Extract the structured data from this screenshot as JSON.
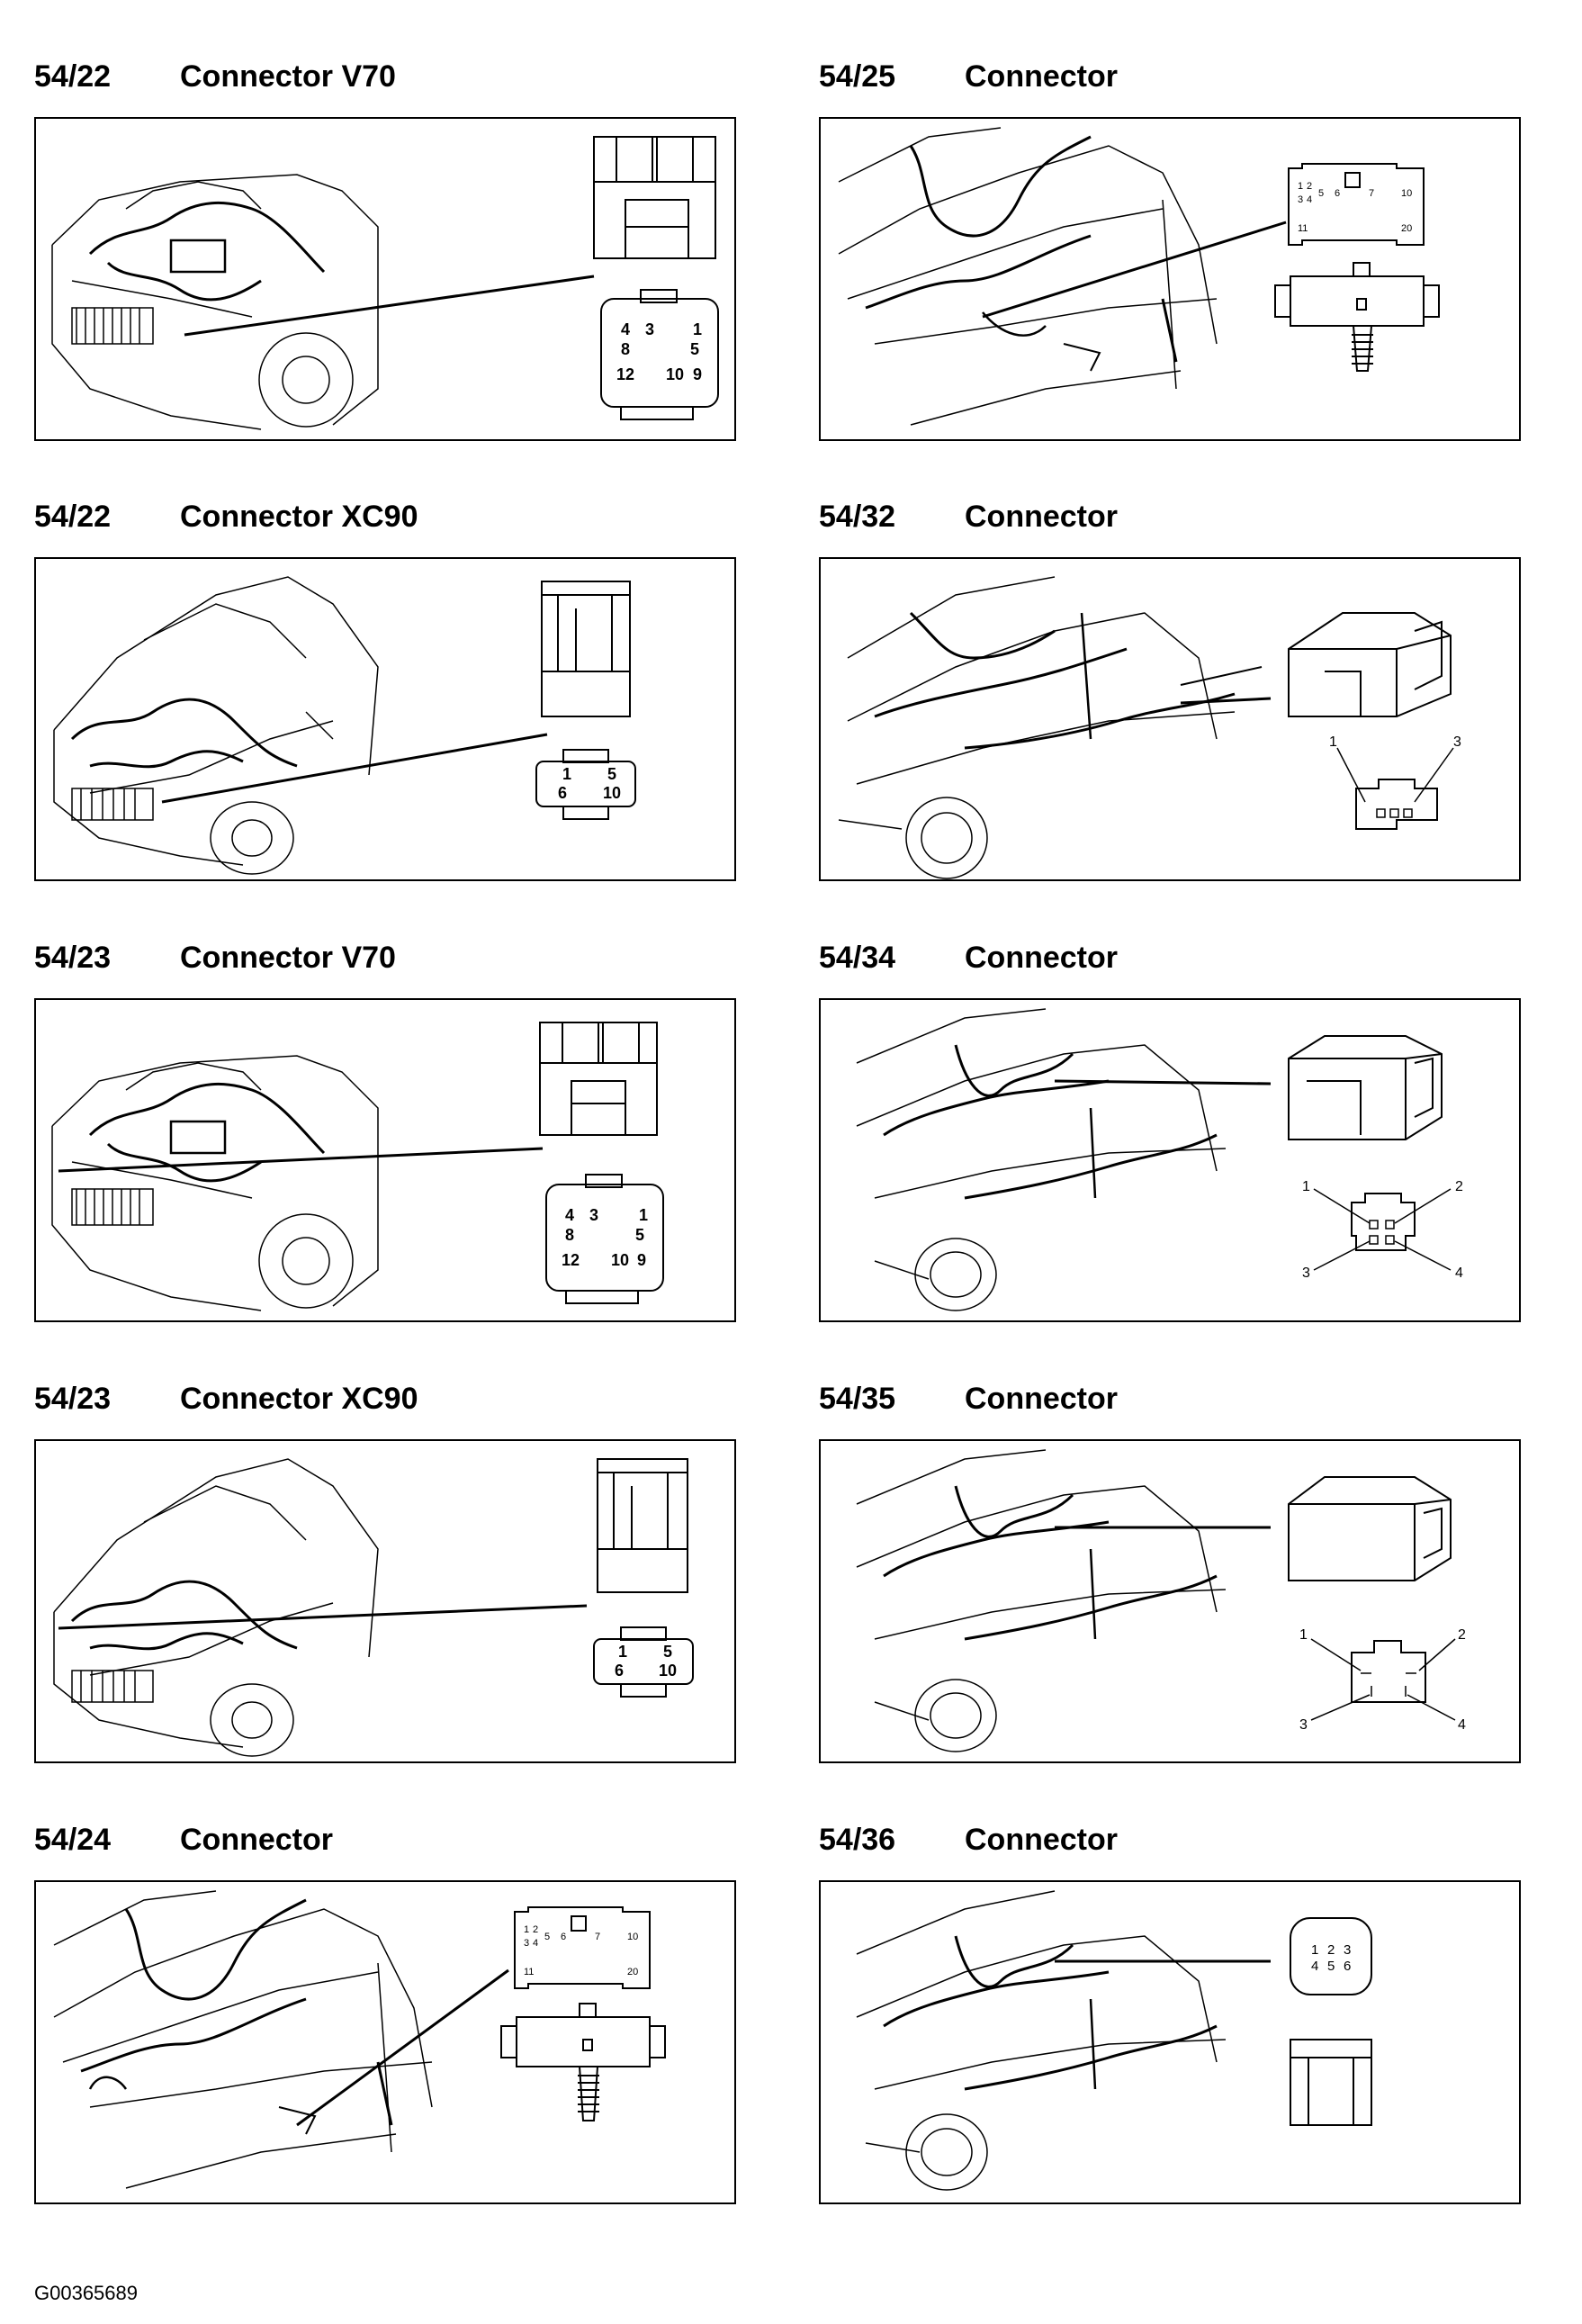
{
  "panels": [
    {
      "code": "54/22",
      "name": "Connector V70"
    },
    {
      "code": "54/25",
      "name": "Connector"
    },
    {
      "code": "54/22",
      "name": "Connector XC90"
    },
    {
      "code": "54/32",
      "name": "Connector"
    },
    {
      "code": "54/23",
      "name": "Connector V70"
    },
    {
      "code": "54/34",
      "name": "Connector"
    },
    {
      "code": "54/23",
      "name": "Connector XC90"
    },
    {
      "code": "54/35",
      "name": "Connector"
    },
    {
      "code": "54/24",
      "name": "Connector"
    },
    {
      "code": "54/36",
      "name": "Connector"
    }
  ],
  "pin_labels": {
    "v70_12pin": [
      "4",
      "3",
      "1",
      "8",
      "5",
      "12",
      "10",
      "9"
    ],
    "xc90_10pin": [
      "1",
      "5",
      "6",
      "10"
    ],
    "pin20": [
      "1",
      "2",
      "3",
      "4",
      "5",
      "6",
      "7",
      "10",
      "11",
      "20"
    ],
    "pin3": [
      "1",
      "3"
    ],
    "pin4": [
      "1",
      "2",
      "3",
      "4"
    ],
    "pin6": [
      "1",
      "2",
      "3",
      "4",
      "5",
      "6"
    ]
  },
  "footer": {
    "code": "G00365689"
  }
}
